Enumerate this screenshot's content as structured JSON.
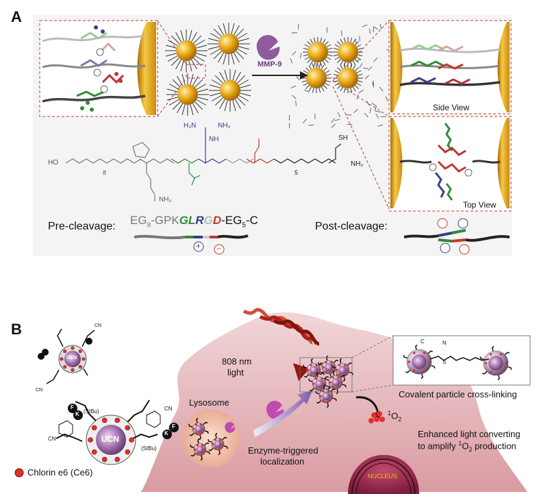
{
  "panel_a": {
    "letter": "A",
    "enzyme_label": "MMP-9",
    "side_view_label": "Side View",
    "top_view_label": "Top View",
    "pre_cleavage_label": "Pre-cleavage:",
    "post_cleavage_label": "Post-cleavage:",
    "sequence": {
      "eg8": "EG",
      "eg8_sub": "8",
      "gpk": "-GPK",
      "g1": "G",
      "l": "L",
      "r": "R",
      "g2": "G",
      "d": "D",
      "eg5": "-EG",
      "eg5_sub": "5",
      "c": "-C"
    },
    "structure_text": {
      "ho": "HO",
      "sub8": "8",
      "sub5": "5",
      "nh3": "NH₃",
      "h2n": "H₂N",
      "nh2_top": "NH₂",
      "nh": "NH",
      "sh": "SH",
      "nh2": "NH₂"
    },
    "charge_plus": "+",
    "charge_minus": "−"
  },
  "panel_b": {
    "letter": "B",
    "light_label_line1": "808 nm",
    "light_label_line2": "light",
    "lysosome_label": "Lysosome",
    "enzyme_line1": "Enzyme-triggered",
    "enzyme_line2": "localization",
    "crosslink_label": "Covalent particle cross-linking",
    "singlet_oxygen": "O",
    "singlet_oxygen_sup": "1",
    "singlet_oxygen_sub": "2",
    "enhanced_line1": "Enhanced light converting",
    "enhanced_line2_pre": "to amplify ",
    "enhanced_line2_post": " production",
    "nucleus_label": "NUCLEUS",
    "ucn_label": "UCN",
    "legend_label": "Chlorin e6 (Ce6)",
    "residue_f": "F",
    "residue_k": "K",
    "stbu": "(StBu)",
    "cn": "CN",
    "c": "C",
    "s": "S",
    "n": "N"
  },
  "colors": {
    "gold": "#e8a818",
    "cell": "#e9c3c6",
    "particle": "#b79ab8",
    "ce6": "#e0302a",
    "dashed": "#c0392b"
  }
}
